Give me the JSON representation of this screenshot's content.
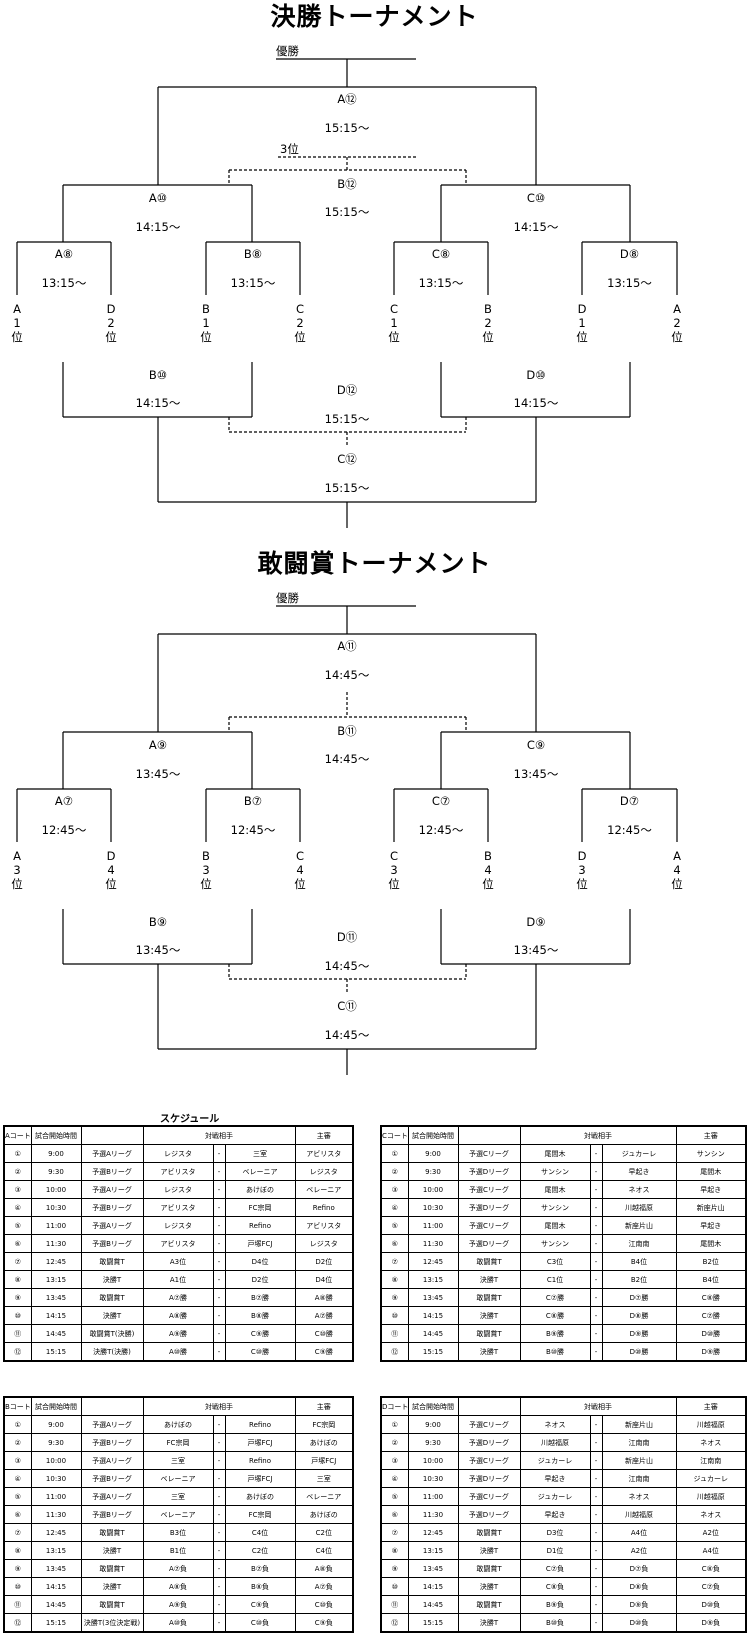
{
  "bracket1": {
    "title": "決勝トーナメント",
    "champion": "優勝",
    "third": "3位",
    "final": {
      "label": "A⑫",
      "time": "15:15～"
    },
    "third_match": {
      "label": "B⑫",
      "time": "15:15～"
    },
    "semis": [
      {
        "label": "A⑩",
        "time": "14:15～"
      },
      {
        "label": "C⑩",
        "time": "14:15～"
      }
    ],
    "qf": [
      {
        "label": "A⑧",
        "time": "13:15～"
      },
      {
        "label": "B⑧",
        "time": "13:15～"
      },
      {
        "label": "C⑧",
        "time": "13:15～"
      },
      {
        "label": "D⑧",
        "time": "13:15～"
      }
    ],
    "teams": [
      [
        "A",
        "1",
        "位"
      ],
      [
        "D",
        "2",
        "位"
      ],
      [
        "B",
        "1",
        "位"
      ],
      [
        "C",
        "2",
        "位"
      ],
      [
        "C",
        "1",
        "位"
      ],
      [
        "B",
        "2",
        "位"
      ],
      [
        "D",
        "1",
        "位"
      ],
      [
        "A",
        "2",
        "位"
      ]
    ],
    "lower": [
      {
        "label": "B⑩",
        "time": "14:15～"
      },
      {
        "label": "D⑩",
        "time": "14:15～"
      }
    ],
    "lower_mid": {
      "label": "D⑫",
      "time": "15:15～"
    },
    "lower_final": {
      "label": "C⑫",
      "time": "15:15～"
    }
  },
  "bracket2": {
    "title": "敢闘賞トーナメント",
    "champion": "優勝",
    "final": {
      "label": "A⑪",
      "time": "14:45～"
    },
    "third_match": {
      "label": "B⑪",
      "time": "14:45～"
    },
    "semis": [
      {
        "label": "A⑨",
        "time": "13:45～"
      },
      {
        "label": "C⑨",
        "time": "13:45～"
      }
    ],
    "qf": [
      {
        "label": "A⑦",
        "time": "12:45～"
      },
      {
        "label": "B⑦",
        "time": "12:45～"
      },
      {
        "label": "C⑦",
        "time": "12:45～"
      },
      {
        "label": "D⑦",
        "time": "12:45～"
      }
    ],
    "teams": [
      [
        "A",
        "3",
        "位"
      ],
      [
        "D",
        "4",
        "位"
      ],
      [
        "B",
        "3",
        "位"
      ],
      [
        "C",
        "4",
        "位"
      ],
      [
        "C",
        "3",
        "位"
      ],
      [
        "B",
        "4",
        "位"
      ],
      [
        "D",
        "3",
        "位"
      ],
      [
        "A",
        "4",
        "位"
      ]
    ],
    "lower": [
      {
        "label": "B⑨",
        "time": "13:45～"
      },
      {
        "label": "D⑨",
        "time": "13:45～"
      }
    ],
    "lower_mid": {
      "label": "D⑪",
      "time": "14:45～"
    },
    "lower_final": {
      "label": "C⑪",
      "time": "14:45～"
    }
  },
  "schedule_title": "スケジュール",
  "courts": [
    {
      "court": "Aコート",
      "time_header": "試合開始時間",
      "opp_header": "対戦相手",
      "ref_header": "主審",
      "rows": [
        [
          "①",
          "9:00",
          "予選Aリーグ",
          "レジスタ",
          "-",
          "三室",
          "アビリスタ"
        ],
        [
          "②",
          "9:30",
          "予選Bリーグ",
          "アビリスタ",
          "-",
          "ベレーニア",
          "レジスタ"
        ],
        [
          "③",
          "10:00",
          "予選Aリーグ",
          "レジスタ",
          "-",
          "あけぼの",
          "ベレーニア"
        ],
        [
          "④",
          "10:30",
          "予選Bリーグ",
          "アビリスタ",
          "-",
          "FC宗岡",
          "Refino"
        ],
        [
          "⑤",
          "11:00",
          "予選Aリーグ",
          "レジスタ",
          "-",
          "Refino",
          "アビリスタ"
        ],
        [
          "⑥",
          "11:30",
          "予選Bリーグ",
          "アビリスタ",
          "-",
          "戸塚FCJ",
          "レジスタ"
        ],
        [
          "⑦",
          "12:45",
          "敢闘賞T",
          "A3位",
          "-",
          "D4位",
          "D2位"
        ],
        [
          "⑧",
          "13:15",
          "決勝T",
          "A1位",
          "-",
          "D2位",
          "D4位"
        ],
        [
          "⑨",
          "13:45",
          "敢闘賞T",
          "A⑦勝",
          "-",
          "B⑦勝",
          "A⑧勝"
        ],
        [
          "⑩",
          "14:15",
          "決勝T",
          "A⑧勝",
          "-",
          "B⑧勝",
          "A⑦勝"
        ],
        [
          "⑪",
          "14:45",
          "敢闘賞T(決勝)",
          "A⑨勝",
          "-",
          "C⑨勝",
          "C⑩勝"
        ],
        [
          "⑫",
          "15:15",
          "決勝T(決勝)",
          "A⑩勝",
          "-",
          "C⑩勝",
          "C⑨勝"
        ]
      ]
    },
    {
      "court": "Cコート",
      "time_header": "試合開始時間",
      "opp_header": "対戦相手",
      "ref_header": "主審",
      "rows": [
        [
          "①",
          "9:00",
          "予選Cリーグ",
          "尾間木",
          "-",
          "ジュカーレ",
          "サンシン"
        ],
        [
          "②",
          "9:30",
          "予選Dリーグ",
          "サンシン",
          "-",
          "早起き",
          "尾間木"
        ],
        [
          "③",
          "10:00",
          "予選Cリーグ",
          "尾間木",
          "-",
          "ネオス",
          "早起き"
        ],
        [
          "④",
          "10:30",
          "予選Dリーグ",
          "サンシン",
          "-",
          "川越福原",
          "新座片山"
        ],
        [
          "⑤",
          "11:00",
          "予選Cリーグ",
          "尾間木",
          "-",
          "新座片山",
          "早起き"
        ],
        [
          "⑥",
          "11:30",
          "予選Dリーグ",
          "サンシン",
          "-",
          "江南南",
          "尾間木"
        ],
        [
          "⑦",
          "12:45",
          "敢闘賞T",
          "C3位",
          "-",
          "B4位",
          "B2位"
        ],
        [
          "⑧",
          "13:15",
          "決勝T",
          "C1位",
          "-",
          "B2位",
          "B4位"
        ],
        [
          "⑨",
          "13:45",
          "敢闘賞T",
          "C⑦勝",
          "-",
          "D⑦勝",
          "C⑧勝"
        ],
        [
          "⑩",
          "14:15",
          "決勝T",
          "C⑧勝",
          "-",
          "D⑧勝",
          "C⑦勝"
        ],
        [
          "⑪",
          "14:45",
          "敢闘賞T",
          "B⑨勝",
          "-",
          "D⑨勝",
          "D⑩勝"
        ],
        [
          "⑫",
          "15:15",
          "決勝T",
          "B⑩勝",
          "-",
          "D⑩勝",
          "D⑨勝"
        ]
      ]
    },
    {
      "court": "Bコート",
      "time_header": "試合開始時間",
      "opp_header": "対戦相手",
      "ref_header": "主審",
      "rows": [
        [
          "①",
          "9:00",
          "予選Aリーグ",
          "あけぼの",
          "-",
          "Refino",
          "FC宗岡"
        ],
        [
          "②",
          "9:30",
          "予選Bリーグ",
          "FC宗岡",
          "-",
          "戸塚FCJ",
          "あけぼの"
        ],
        [
          "③",
          "10:00",
          "予選Aリーグ",
          "三室",
          "-",
          "Refino",
          "戸塚FCJ"
        ],
        [
          "④",
          "10:30",
          "予選Bリーグ",
          "ベレーニア",
          "-",
          "戸塚FCJ",
          "三室"
        ],
        [
          "⑤",
          "11:00",
          "予選Aリーグ",
          "三室",
          "-",
          "あけぼの",
          "ベレーニア"
        ],
        [
          "⑥",
          "11:30",
          "予選Bリーグ",
          "ベレーニア",
          "-",
          "FC宗岡",
          "あけぼの"
        ],
        [
          "⑦",
          "12:45",
          "敢闘賞T",
          "B3位",
          "-",
          "C4位",
          "C2位"
        ],
        [
          "⑧",
          "13:15",
          "決勝T",
          "B1位",
          "-",
          "C2位",
          "C4位"
        ],
        [
          "⑨",
          "13:45",
          "敢闘賞T",
          "A⑦負",
          "-",
          "B⑦負",
          "A⑧負"
        ],
        [
          "⑩",
          "14:15",
          "決勝T",
          "A⑧負",
          "-",
          "B⑧負",
          "A⑦負"
        ],
        [
          "⑪",
          "14:45",
          "敢闘賞T",
          "A⑨負",
          "-",
          "C⑨負",
          "C⑩負"
        ],
        [
          "⑫",
          "15:15",
          "決勝T(3位決定戦)",
          "A⑩負",
          "-",
          "C⑩負",
          "C⑨負"
        ]
      ]
    },
    {
      "court": "Dコート",
      "time_header": "試合開始時間",
      "opp_header": "対戦相手",
      "ref_header": "主審",
      "rows": [
        [
          "①",
          "9:00",
          "予選Cリーグ",
          "ネオス",
          "-",
          "新座片山",
          "川越福原"
        ],
        [
          "②",
          "9:30",
          "予選Dリーグ",
          "川越福原",
          "-",
          "江南南",
          "ネオス"
        ],
        [
          "③",
          "10:00",
          "予選Cリーグ",
          "ジュカーレ",
          "-",
          "新座片山",
          "江南南"
        ],
        [
          "④",
          "10:30",
          "予選Dリーグ",
          "早起き",
          "-",
          "江南南",
          "ジュカーレ"
        ],
        [
          "⑤",
          "11:00",
          "予選Cリーグ",
          "ジュカーレ",
          "-",
          "ネオス",
          "川越福原"
        ],
        [
          "⑥",
          "11:30",
          "予選Dリーグ",
          "早起き",
          "-",
          "川越福原",
          "ネオス"
        ],
        [
          "⑦",
          "12:45",
          "敢闘賞T",
          "D3位",
          "-",
          "A4位",
          "A2位"
        ],
        [
          "⑧",
          "13:15",
          "決勝T",
          "D1位",
          "-",
          "A2位",
          "A4位"
        ],
        [
          "⑨",
          "13:45",
          "敢闘賞T",
          "C⑦負",
          "-",
          "D⑦負",
          "C⑧負"
        ],
        [
          "⑩",
          "14:15",
          "決勝T",
          "C⑧負",
          "-",
          "D⑧負",
          "C⑦負"
        ],
        [
          "⑪",
          "14:45",
          "敢闘賞T",
          "B⑨負",
          "-",
          "D⑨負",
          "D⑩負"
        ],
        [
          "⑫",
          "15:15",
          "決勝T",
          "B⑩負",
          "-",
          "D⑩負",
          "D⑨負"
        ]
      ]
    }
  ]
}
